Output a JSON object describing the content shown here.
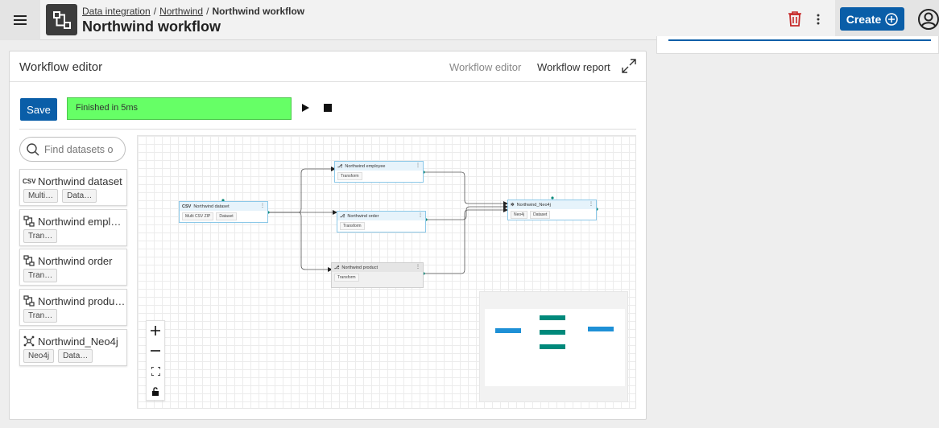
{
  "header": {
    "breadcrumb": [
      "Data integration",
      "Northwind",
      "Northwind workflow"
    ],
    "title": "Northwind workflow",
    "create_label": "Create"
  },
  "editor": {
    "panel_title": "Workflow editor",
    "tabs": [
      "Workflow editor",
      "Workflow report"
    ],
    "save_label": "Save",
    "status": "Finished in 5ms",
    "status_color": "#66ff66"
  },
  "search": {
    "placeholder": "Find datasets o"
  },
  "datasets": [
    {
      "icon": "csv-icon",
      "name": "Northwind dataset",
      "tags": [
        "Multi…",
        "Data…"
      ]
    },
    {
      "icon": "transform-icon",
      "name": "Northwind emplo…",
      "tags": [
        "Tran…"
      ]
    },
    {
      "icon": "transform-icon",
      "name": "Northwind order",
      "tags": [
        "Tran…"
      ]
    },
    {
      "icon": "transform-icon",
      "name": "Northwind produ…",
      "tags": [
        "Tran…"
      ]
    },
    {
      "icon": "neo4j-icon",
      "name": "Northwind_Neo4j",
      "tags": [
        "Neo4j",
        "Data…"
      ]
    }
  ],
  "nodes": [
    {
      "icon": "csv-icon",
      "name": "Northwind dataset",
      "tags": [
        "Multi CSV ZIP",
        "Dataset"
      ]
    },
    {
      "icon": "transform-icon",
      "name": "Northwind employee",
      "tags": [
        "Transform"
      ]
    },
    {
      "icon": "transform-icon",
      "name": "Northwind order",
      "tags": [
        "Transform"
      ]
    },
    {
      "icon": "transform-icon",
      "name": "Northwind product",
      "tags": [
        "Transform"
      ]
    },
    {
      "icon": "neo4j-icon",
      "name": "Northwind_Neo4j",
      "tags": [
        "Neo4j",
        "Dataset"
      ]
    }
  ],
  "colors": {
    "accent": "#0a5ea8",
    "delete": "#c62828",
    "minimap_dataset": "#1e90d6",
    "minimap_transform": "#00897b"
  }
}
